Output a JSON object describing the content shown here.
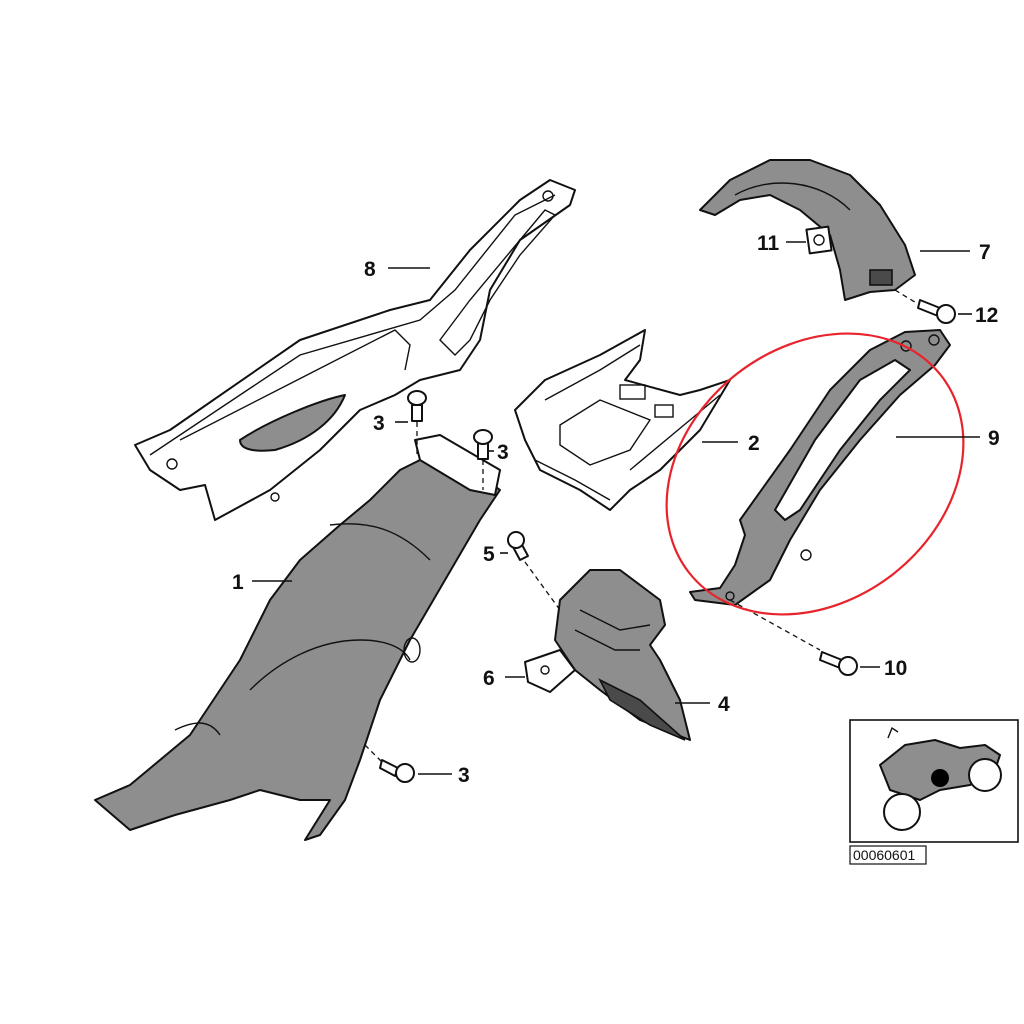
{
  "diagram": {
    "callouts": [
      {
        "id": "1",
        "text": "1"
      },
      {
        "id": "2",
        "text": "2"
      },
      {
        "id": "3a",
        "text": "3"
      },
      {
        "id": "3b",
        "text": "3"
      },
      {
        "id": "3c",
        "text": "3"
      },
      {
        "id": "4",
        "text": "4"
      },
      {
        "id": "5",
        "text": "5"
      },
      {
        "id": "6",
        "text": "6"
      },
      {
        "id": "7",
        "text": "7"
      },
      {
        "id": "8",
        "text": "8"
      },
      {
        "id": "9",
        "text": "9"
      },
      {
        "id": "10",
        "text": "10"
      },
      {
        "id": "11",
        "text": "11"
      },
      {
        "id": "12",
        "text": "12"
      }
    ],
    "highlight_color": "#e8232b",
    "highlighted_part": "9",
    "inset": {
      "code": "00060601",
      "icon": "motorcycle-icon"
    }
  }
}
